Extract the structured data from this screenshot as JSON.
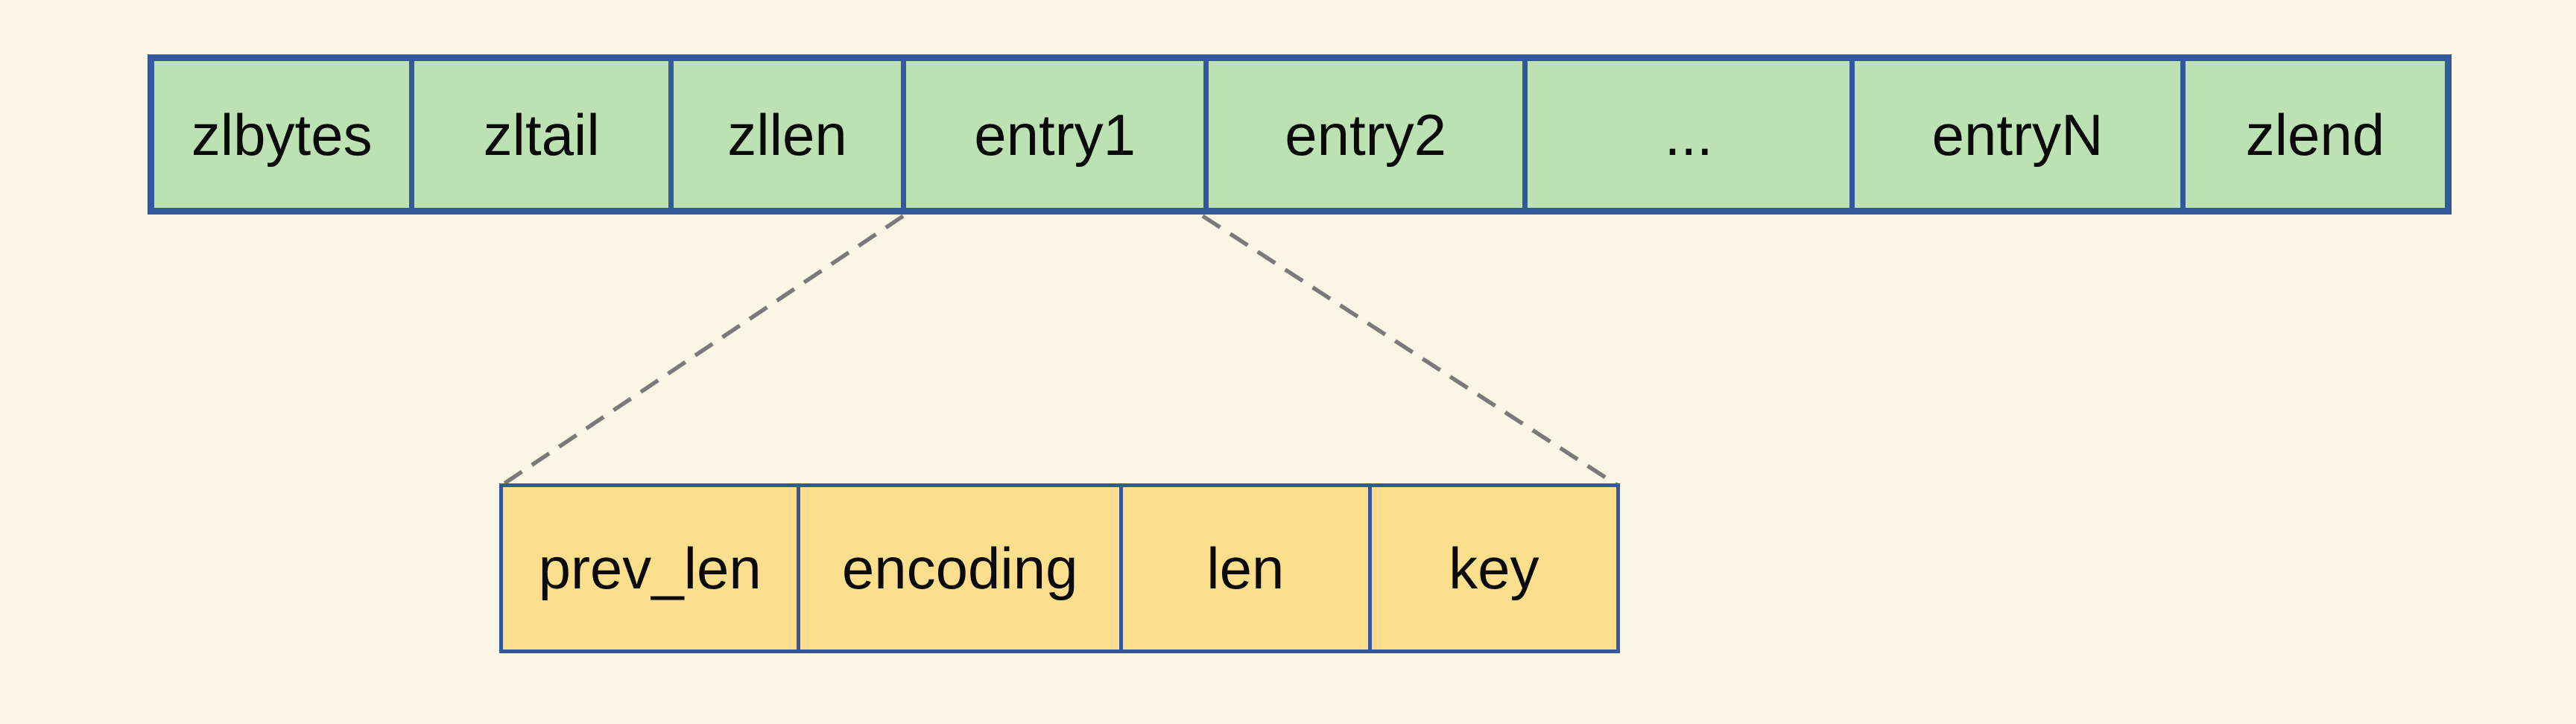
{
  "diagram": {
    "ziplist_row": {
      "cells": [
        "zlbytes",
        "zltail",
        "zllen",
        "entry1",
        "entry2",
        "...",
        "entryN",
        "zlend"
      ]
    },
    "entry_row": {
      "cells": [
        "prev_len",
        "encoding",
        "len",
        "key"
      ]
    },
    "colors": {
      "background": "#faf5e4",
      "ziplist_fill": "#bce2b4",
      "entry_fill": "#fbdf8d",
      "border": "#33599c",
      "connector": "#7a7a7a",
      "text": "#0a0a0a"
    }
  }
}
